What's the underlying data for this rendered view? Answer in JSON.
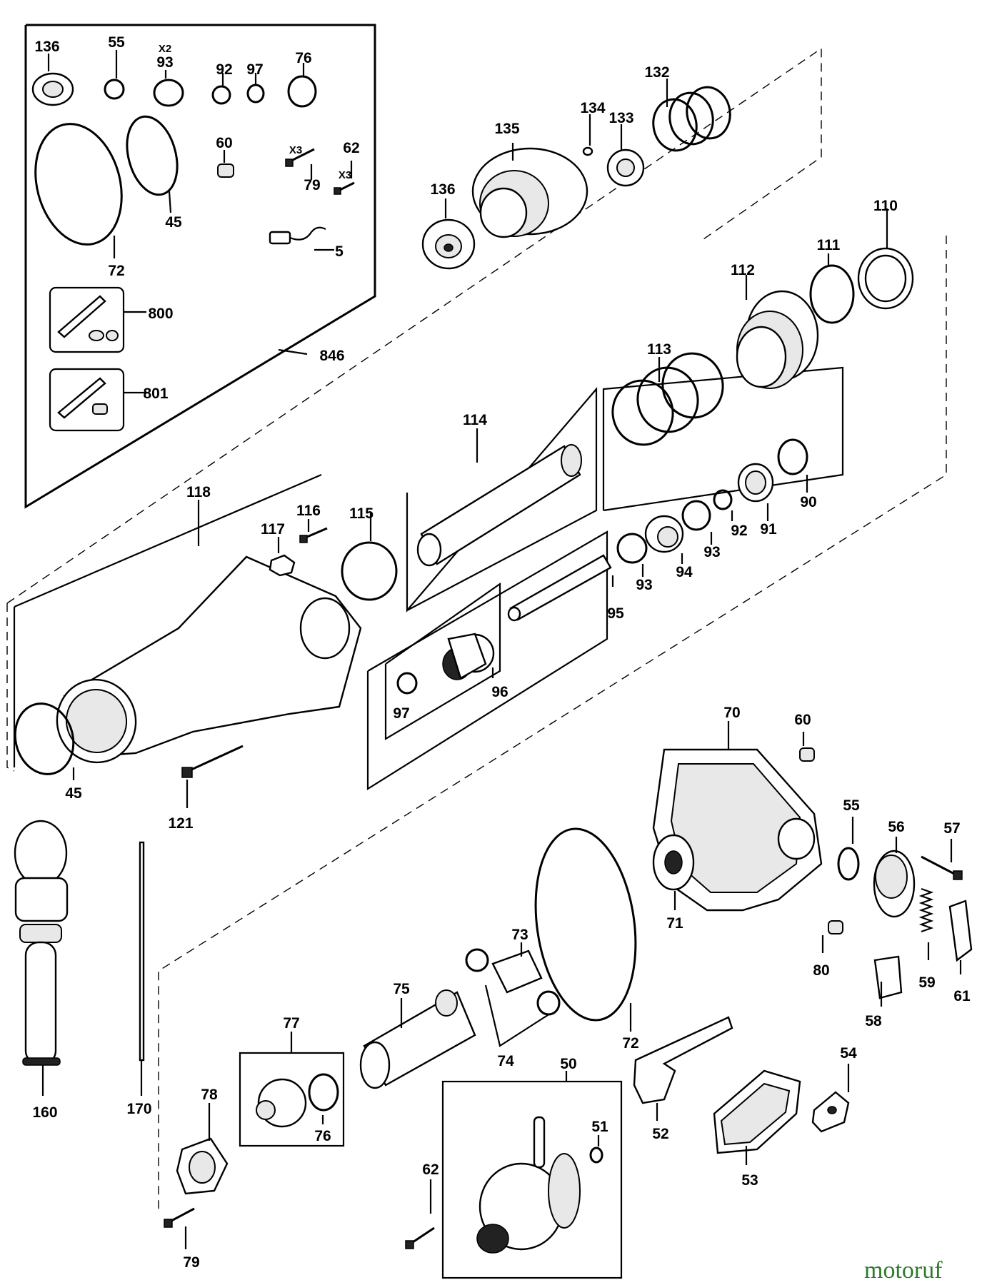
{
  "labels": {
    "l136a": "136",
    "l55a": "55",
    "x2": "X2",
    "l93a": "93",
    "l92a": "92",
    "l97a": "97",
    "l76a": "76",
    "l60a": "60",
    "x3a": "X3",
    "l79a": "79",
    "l62a": "62",
    "x3b": "X3",
    "l45a": "45",
    "l72a": "72",
    "l5": "5",
    "l800": "800",
    "l801": "801",
    "l846": "846",
    "l132": "132",
    "l134": "134",
    "l133": "133",
    "l135": "135",
    "l136b": "136",
    "l110": "110",
    "l111": "111",
    "l112": "112",
    "l113": "113",
    "l114": "114",
    "l118": "118",
    "l117": "117",
    "l116": "116",
    "l115": "115",
    "l90": "90",
    "l91": "91",
    "l92b": "92",
    "l93b": "93",
    "l94": "94",
    "l93c": "93",
    "l95": "95",
    "l96": "96",
    "l97b": "97",
    "l45b": "45",
    "l121": "121",
    "l70": "70",
    "l60b": "60",
    "l55b": "55",
    "l56": "56",
    "l57": "57",
    "l59": "59",
    "l61": "61",
    "l58": "58",
    "l80": "80",
    "l71": "71",
    "l72b": "72",
    "l73": "73",
    "l74": "74",
    "l75": "75",
    "l77": "77",
    "l76b": "76",
    "l78": "78",
    "l79b": "79",
    "l160": "160",
    "l170": "170",
    "l50": "50",
    "l51": "51",
    "l62b": "62",
    "l52": "52",
    "l53": "53",
    "l54": "54"
  },
  "watermark": "motoruf",
  "icons": {
    "parts": "exploded-parts",
    "screw": "screw-icon"
  }
}
